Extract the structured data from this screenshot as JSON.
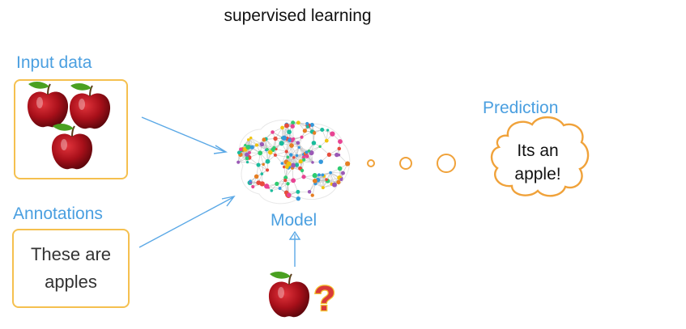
{
  "title": "supervised learning",
  "input_label": "Input data",
  "annotations_label": "Annotations",
  "annotation_text": [
    "These are",
    "apples"
  ],
  "model_label": "Model",
  "prediction_label": "Prediction",
  "prediction_text": [
    "Its an",
    "apple!"
  ],
  "query_mark": "?",
  "colors": {
    "label_blue": "#4a9fe0",
    "box_border": "#f5c04f",
    "arrow_blue": "#5aa8e6",
    "apple_red": "#b3121b",
    "leaf_green": "#4aa021",
    "question_red": "#d93a3a",
    "question_yellow": "#f4c531",
    "bubble_orange": "#f0a23a"
  },
  "icons": [
    "apple-icon",
    "brain-network-icon",
    "question-mark-icon",
    "thought-bubble-icon"
  ]
}
